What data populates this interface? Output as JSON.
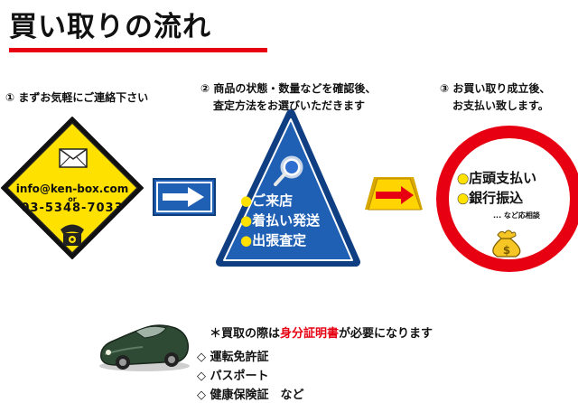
{
  "title": "買い取りの流れ",
  "steps": {
    "step1": {
      "line1": "① まずお気軽にご連絡下さい"
    },
    "step2": {
      "line1": "② 商品の状態・数量などを確認後、",
      "line2": "査定方法をお選びいただきます"
    },
    "step3": {
      "line1": "③ お買い取り成立後、",
      "line2": "お支払い致します。"
    }
  },
  "contact": {
    "email": "info@ken-box.com",
    "or": "or",
    "phone": "03-5348-7033"
  },
  "methods": [
    "ご来店",
    "着払い発送",
    "出張査定"
  ],
  "payments": [
    "店頭支払い",
    "銀行振込"
  ],
  "payment_note": "... など応相談",
  "id_note": {
    "prefix": "＊買取の際は",
    "highlight": "身分証明書",
    "suffix": "が必要になります"
  },
  "documents": [
    "◇ 運転免許証",
    "◇ パスポート",
    "◇ 健康保険証　など"
  ],
  "colors": {
    "accent_red": "#e60012",
    "sign_yellow": "#ffe100",
    "sign_blue": "#1f5fb4"
  },
  "icons": [
    "envelope-icon",
    "telephone-icon",
    "magnifier-icon",
    "right-arrow-sign-icon",
    "money-bag-icon",
    "car-image"
  ]
}
